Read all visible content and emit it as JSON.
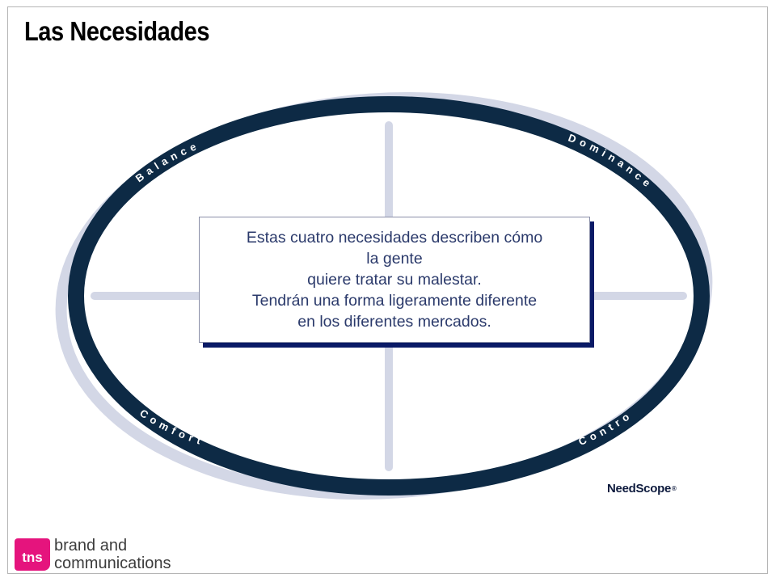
{
  "slide": {
    "title": "Las Necesidades"
  },
  "diagram": {
    "quadrants": [
      {
        "name": "Balance"
      },
      {
        "name": "Dominance"
      },
      {
        "name": "Comfort"
      },
      {
        "name": "Control"
      }
    ]
  },
  "message": {
    "lines": [
      "Estas cuatro necesidades describen cómo",
      "la gente",
      "quiere tratar su malestar.",
      "Tendrán una forma ligeramente diferente",
      "en los diferentes mercados."
    ]
  },
  "needscope": {
    "name": "NeedScope",
    "registered": "®"
  },
  "branding": {
    "mark": "tns",
    "tagline_line1": "brand and",
    "tagline_line2": "communications",
    "accent_color": "#e5147d"
  },
  "colors": {
    "ellipse": "#0d2a45",
    "shadow": "#d3d7e6",
    "cross": "#d3d7e6"
  }
}
